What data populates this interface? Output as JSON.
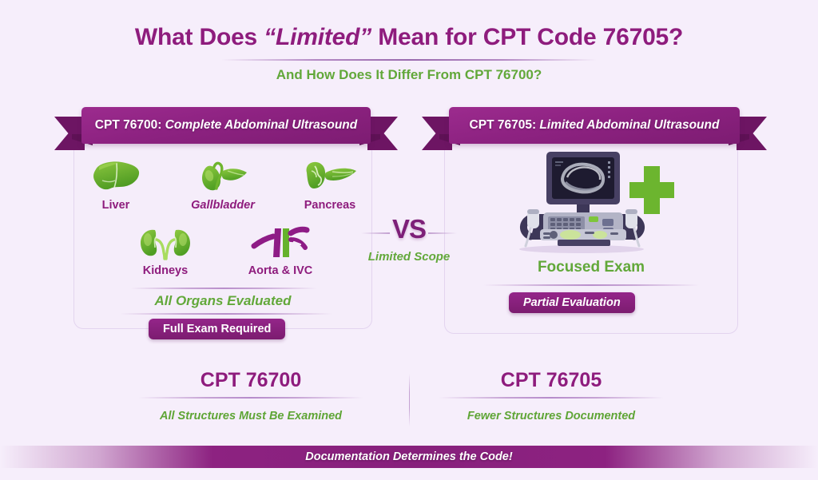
{
  "header": {
    "title_pre": "What Does ",
    "title_quoted": "“Limited”",
    "title_post": " Mean for CPT Code 76705?",
    "subtitle": "And How Does It Differ From CPT 76700?"
  },
  "left_panel": {
    "ribbon_code": "CPT 76700:",
    "ribbon_desc": "Complete Abdominal Ultrasound",
    "organs": [
      {
        "name": "Liver",
        "icon": "liver-icon",
        "italic": false
      },
      {
        "name": "Gallbladder",
        "icon": "gallbladder-icon",
        "italic": true
      },
      {
        "name": "Pancreas",
        "icon": "pancreas-icon",
        "italic": false
      },
      {
        "name": "Kidneys",
        "icon": "kidneys-icon",
        "italic": false
      },
      {
        "name": "Aorta & IVC",
        "icon": "aorta-ivc-icon",
        "italic": false
      }
    ],
    "summary": "All Organs Evaluated",
    "badge": "Full Exam Required"
  },
  "center": {
    "vs": "VS",
    "vs_sub": "Limited Scope"
  },
  "right_panel": {
    "ribbon_code": "CPT 76705:",
    "ribbon_desc": "Limited Abdominal Ultrasound",
    "icon": "ultrasound-machine-icon",
    "cross_icon": "medical-cross-icon",
    "summary": "Focused Exam",
    "badge": "Partial Evaluation"
  },
  "comparison": {
    "left": {
      "code": "CPT 76700",
      "text": "All Structures Must Be Examined"
    },
    "right": {
      "code": "CPT 76705",
      "text": "Fewer Structures Documented"
    }
  },
  "footer": {
    "text": "Documentation Determines the Code!"
  },
  "colors": {
    "background": "#f6eefb",
    "purple": "#8e1c7d",
    "purple_dark": "#7d1c72",
    "purple_deep": "#6d1563",
    "green": "#62a83a",
    "green_dark": "#5fa536",
    "card_bg": "#f5edfa",
    "card_border": "#e3d4ef",
    "white": "#ffffff"
  }
}
